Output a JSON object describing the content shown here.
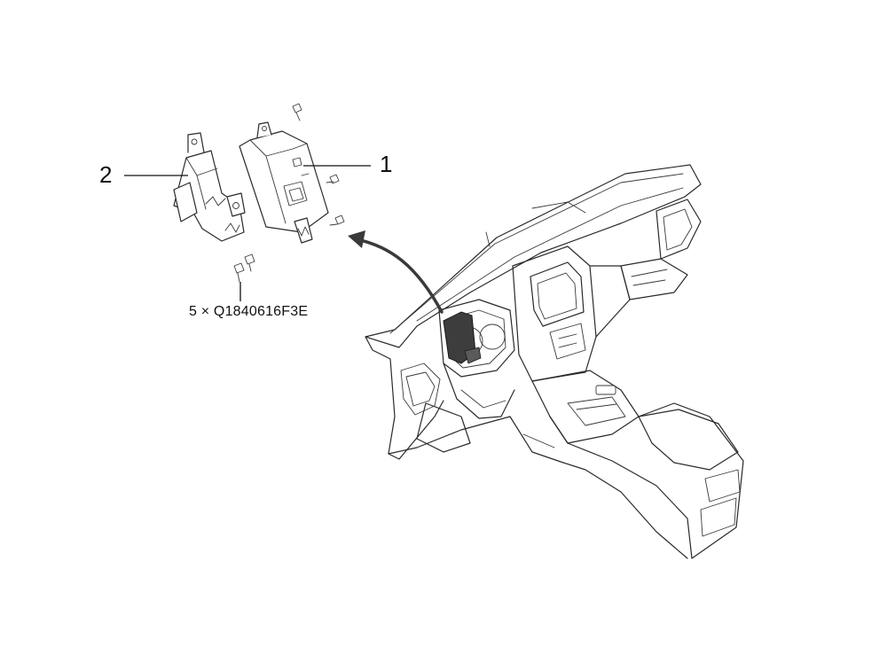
{
  "callouts": {
    "part_1": "1",
    "part_2": "2",
    "screw_spec": "5 × Q1840616F3E"
  },
  "colors": {
    "line": "#2a2a2a",
    "module_fill": "#3d3d3d",
    "background": "#ffffff"
  }
}
